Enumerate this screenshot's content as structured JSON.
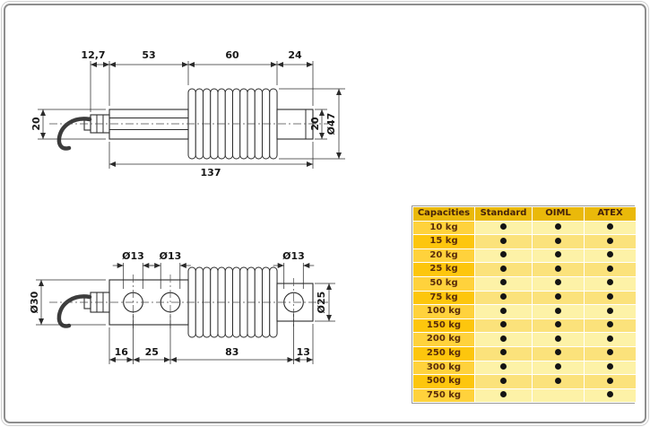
{
  "drawings": {
    "side_view": {
      "dims": {
        "length_gland": "12,7",
        "length_body": "53",
        "length_bellows": "60",
        "length_end": "24",
        "height_left": "20",
        "height_right": "20",
        "dia_bellows": "Ø47",
        "length_total": "137"
      }
    },
    "top_view": {
      "dims": {
        "hole1_dia": "Ø13",
        "hole2_dia": "Ø13",
        "hole3_dia": "Ø13",
        "dia_left": "Ø30",
        "dia_right": "Ø25",
        "seg_1": "16",
        "seg_2": "25",
        "seg_3": "83",
        "seg_4": "13"
      }
    }
  },
  "table": {
    "headers": [
      "Capacities",
      "Standard",
      "OIML",
      "ATEX"
    ],
    "rows": [
      {
        "capacity": "10 kg",
        "standard": true,
        "oiml": true,
        "atex": true
      },
      {
        "capacity": "15 kg",
        "standard": true,
        "oiml": true,
        "atex": true
      },
      {
        "capacity": "20 kg",
        "standard": true,
        "oiml": true,
        "atex": true
      },
      {
        "capacity": "25 kg",
        "standard": true,
        "oiml": true,
        "atex": true
      },
      {
        "capacity": "50 kg",
        "standard": true,
        "oiml": true,
        "atex": true
      },
      {
        "capacity": "75 kg",
        "standard": true,
        "oiml": true,
        "atex": true
      },
      {
        "capacity": "100 kg",
        "standard": true,
        "oiml": true,
        "atex": true
      },
      {
        "capacity": "150 kg",
        "standard": true,
        "oiml": true,
        "atex": true
      },
      {
        "capacity": "200 kg",
        "standard": true,
        "oiml": true,
        "atex": true
      },
      {
        "capacity": "250 kg",
        "standard": true,
        "oiml": true,
        "atex": true
      },
      {
        "capacity": "300 kg",
        "standard": true,
        "oiml": true,
        "atex": true
      },
      {
        "capacity": "500 kg",
        "standard": true,
        "oiml": true,
        "atex": true
      },
      {
        "capacity": "750 kg",
        "standard": true,
        "oiml": false,
        "atex": true
      }
    ],
    "colors": {
      "header_bg": "#eab90a",
      "header_text": "#46230a",
      "capacity_bg_a": "#ffd23c",
      "capacity_bg_b": "#fdc60d",
      "capacity_text": "#5a2d0a",
      "row_bg_a": "#fdf2a7",
      "row_bg_b": "#fbe27b",
      "dot": "#141414",
      "table_border": "#9b9b9b"
    }
  }
}
